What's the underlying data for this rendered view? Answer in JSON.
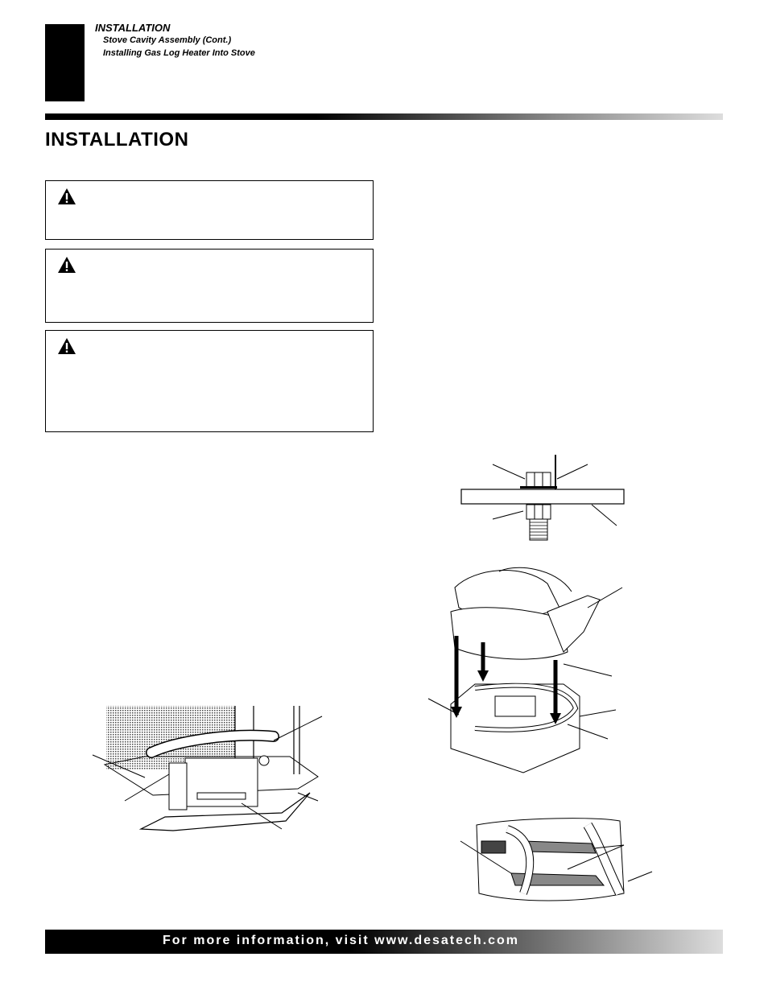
{
  "header": {
    "section": "INSTALLATION",
    "sub_items": [
      "Stove Cavity Assembly (Cont.)",
      "Installing Gas Log Heater Into Stove"
    ]
  },
  "page_title": "INSTALLATION",
  "warning_boxes": [
    {
      "icon": "warning-triangle-icon"
    },
    {
      "icon": "warning-triangle-icon"
    },
    {
      "icon": "warning-triangle-icon"
    }
  ],
  "figures": [
    {
      "name": "heater-in-stove-figure"
    },
    {
      "name": "bolt-detail-figure"
    },
    {
      "name": "log-placement-figure"
    },
    {
      "name": "log-top-view-figure"
    }
  ],
  "footer": {
    "text": "For more information, visit www.desatech.com"
  }
}
